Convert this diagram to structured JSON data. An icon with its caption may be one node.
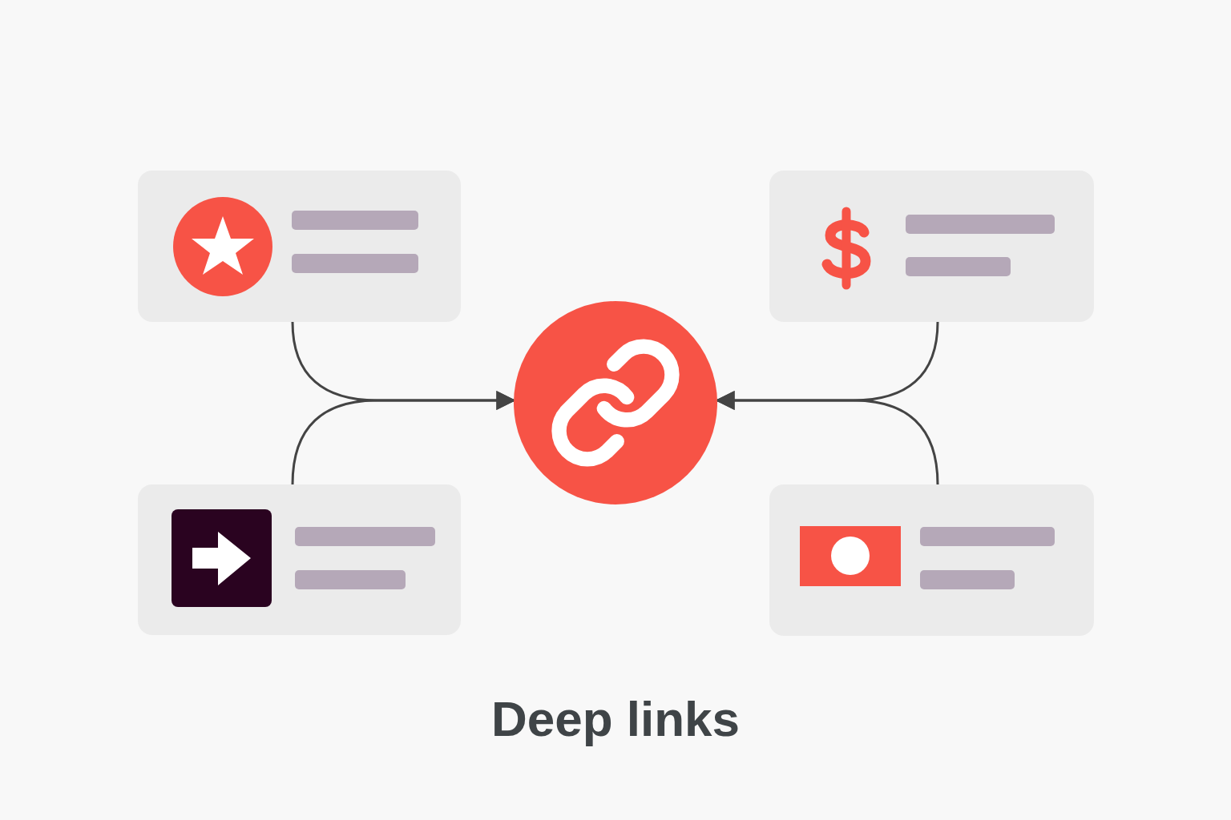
{
  "diagram": {
    "title": "Deep links",
    "nodes": [
      {
        "text": [],
        "shape": "box"
      },
      {
        "text": [],
        "shape": "box"
      },
      {
        "text": [],
        "shape": "circle"
      },
      {
        "text": [],
        "shape": "box"
      },
      {
        "text": [],
        "shape": "box"
      }
    ],
    "edges": [
      {
        "from": 0,
        "to": 2,
        "arrow": "to"
      },
      {
        "from": 3,
        "to": 2,
        "arrow": "to"
      },
      {
        "from": 1,
        "to": 2,
        "arrow": "to"
      },
      {
        "from": 4,
        "to": 2,
        "arrow": "to"
      }
    ]
  }
}
